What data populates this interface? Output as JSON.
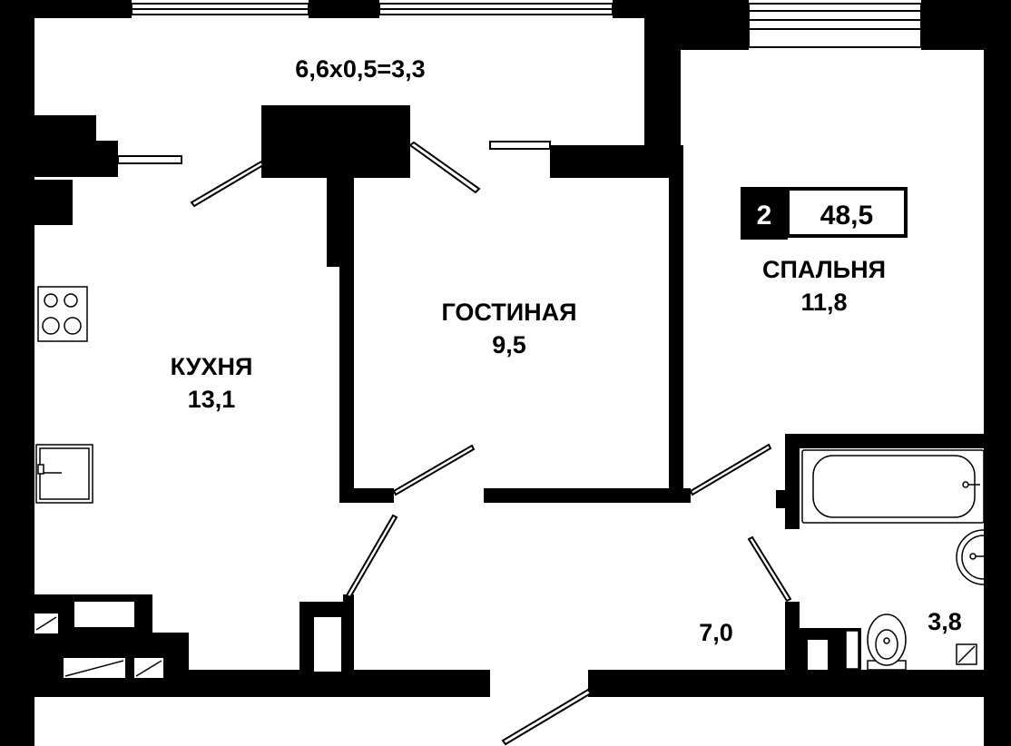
{
  "plan": {
    "rooms_count": "2",
    "total_area": "48,5",
    "balcony": {
      "label": "6,6x0,5=3,3"
    },
    "rooms": [
      {
        "key": "kitchen",
        "name": "КУХНЯ",
        "area": "13,1"
      },
      {
        "key": "living",
        "name": "ГОСТИНАЯ",
        "area": "9,5"
      },
      {
        "key": "bedroom",
        "name": "СПАЛЬНЯ",
        "area": "11,8"
      },
      {
        "key": "hall",
        "name": "",
        "area": "7,0"
      },
      {
        "key": "bathroom",
        "name": "",
        "area": "3,8"
      }
    ],
    "colors": {
      "wall": "#000000",
      "background": "#ffffff",
      "window": "#ffffff"
    }
  }
}
